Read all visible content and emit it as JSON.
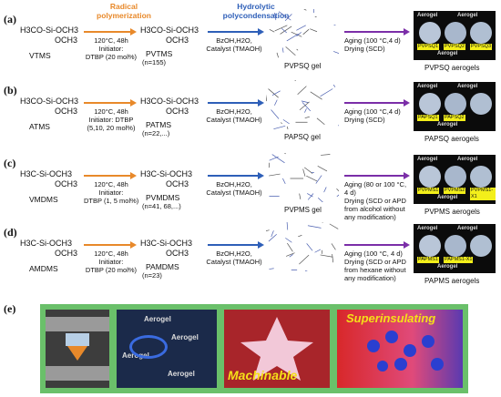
{
  "headers": {
    "radical": "Radical polymerization",
    "hydro": "Hydrolytic polycondensation"
  },
  "rows": [
    {
      "label": "(a)",
      "mono_formula": [
        "H3CO-Si-OCH3",
        "OCH3"
      ],
      "monomer": "VTMS",
      "cond1": [
        "120°C, 48h",
        "Initiator:",
        "DTBP (20 mol%)"
      ],
      "poly_formula": [
        "H3CO-Si-OCH3",
        "OCH3"
      ],
      "polymer": "PVTMS",
      "poly_n": "(n=155)",
      "cond2": [
        "BzOH,H2O,",
        "Catalyst (TMAOH)"
      ],
      "gel": "PVPSQ gel",
      "cond3": [
        "Aging (100 °C,4 d)",
        "Drying (SCD)"
      ],
      "tags": [
        "PVPSQ1",
        "PVPSQ2",
        "PVPSQ3"
      ],
      "aerogel": "PVPSQ aerogels",
      "aero_word": "Aerogel"
    },
    {
      "label": "(b)",
      "mono_formula": [
        "H3CO-Si-OCH3",
        "OCH3"
      ],
      "monomer": "ATMS",
      "cond1": [
        "120°C, 48h",
        "Initiator: DTBP",
        "(5,10, 20 mol%)"
      ],
      "poly_formula": [
        "H3CO-Si-OCH3",
        "OCH3"
      ],
      "polymer": "PATMS",
      "poly_n": "(n=22,...)",
      "cond2": [
        "BzOH,H2O,",
        "Catalyst (TMAOH)"
      ],
      "gel": "PAPSQ gel",
      "cond3": [
        "Aging (100 °C,4 d)",
        "Drying (SCD)"
      ],
      "tags": [
        "PAPSQ1",
        "PAPSQ2"
      ],
      "aerogel": "PAPSQ aerogels",
      "aero_word": "Aerogel"
    },
    {
      "label": "(c)",
      "mono_formula": [
        "H3C-Si-OCH3",
        "OCH3"
      ],
      "monomer": "VMDMS",
      "cond1": [
        "120°C, 48h",
        "Initiator:",
        "DTBP (1, 5 mol%)"
      ],
      "poly_formula": [
        "H3C-Si-OCH3",
        "OCH3"
      ],
      "polymer": "PVMDMS",
      "poly_n": "(n=41, 68,...)",
      "cond2": [
        "BzOH,H2O,",
        "Catalyst (TMAOH)"
      ],
      "gel": "PVPMS gel",
      "cond3": [
        "Aging (80 or 100 °C,",
        "4 d)",
        "Drying (SCD or APD",
        "from alcohol without",
        "any modification)"
      ],
      "tags": [
        "PVPMS1",
        "PVPMS2",
        "PVPMS1-X1"
      ],
      "aerogel": "PVPMS aerogels",
      "aero_word": "Aerogel"
    },
    {
      "label": "(d)",
      "mono_formula": [
        "H3C-Si-OCH3",
        "OCH3"
      ],
      "monomer": "AMDMS",
      "cond1": [
        "120°C, 48h",
        "Initiator:",
        "DTBP (20 mol%)"
      ],
      "poly_formula": [
        "H3C-Si-OCH3",
        "OCH3"
      ],
      "polymer": "PAMDMS",
      "poly_n": "(n=23)",
      "cond2": [
        "BzOH,H2O,",
        "Catalyst (TMAOH)"
      ],
      "gel": "",
      "cond3": [
        "Aging (100 °C, 4 d)",
        "Drying (SCD or APD",
        "from hexane without",
        "any modification)"
      ],
      "tags": [
        "PAPMS1",
        "PAPMS1-X1"
      ],
      "aerogel": "PAPMS aerogels",
      "aero_word": "Aerogel"
    }
  ],
  "panel_e": {
    "label": "(e)",
    "aero_word": "Aerogel",
    "machinable": "Machinable",
    "superinsulating": "Superinsulating"
  },
  "colors": {
    "orange": "#e8892a",
    "blue": "#2e5fb8",
    "purple": "#7b2ea8",
    "green": "#6ac06a"
  }
}
